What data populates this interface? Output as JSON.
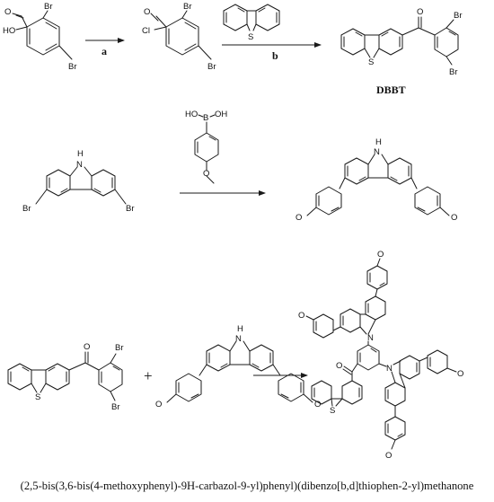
{
  "reagents": {
    "a": "a",
    "b": "b"
  },
  "labels": {
    "dbbt": "DBBT"
  },
  "atoms": {
    "br": "Br",
    "ho": "HO",
    "o": "O",
    "cl": "Cl",
    "s": "S",
    "n": "N",
    "h": "H",
    "b": "B",
    "oh": "OH",
    "plus": "+"
  },
  "caption": "(2,5-bis(3,6-bis(4-methoxyphenyl)-9H-carbazol-9-yl)phenyl)(dibenzo[b,d]thiophen-2-yl)methanone"
}
